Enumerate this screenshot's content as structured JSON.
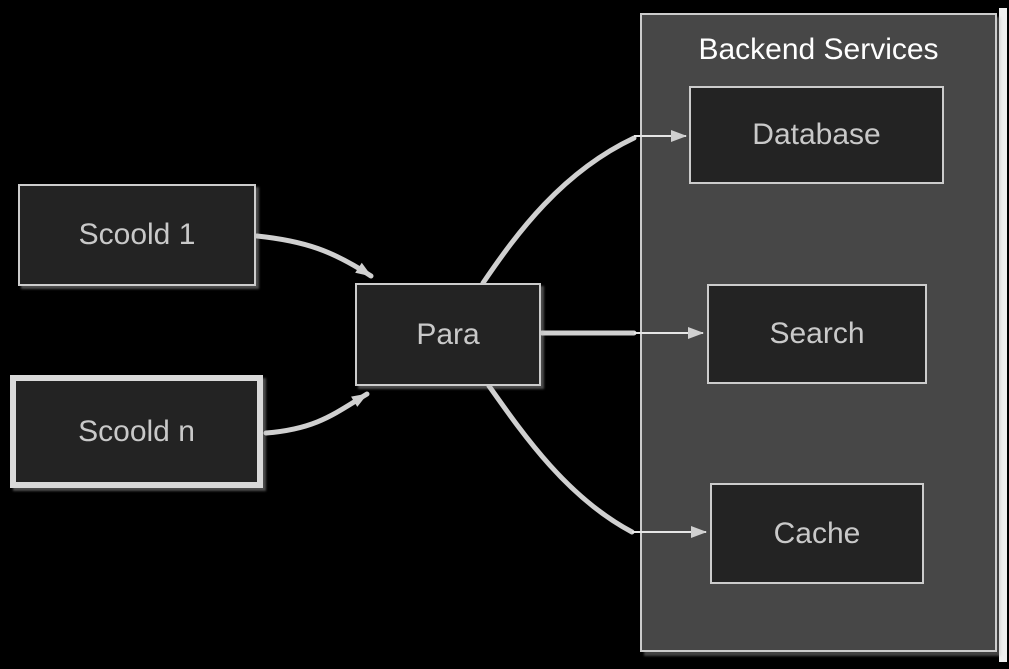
{
  "diagram": {
    "type": "architecture-diagram",
    "group": {
      "title": "Backend Services"
    },
    "nodes": [
      {
        "id": "scoold-1",
        "label": "Scoold 1"
      },
      {
        "id": "scoold-n",
        "label": "Scoold n"
      },
      {
        "id": "para",
        "label": "Para"
      },
      {
        "id": "database",
        "label": "Database"
      },
      {
        "id": "search",
        "label": "Search"
      },
      {
        "id": "cache",
        "label": "Cache"
      }
    ],
    "edges": [
      {
        "from": "scoold-1",
        "to": "para"
      },
      {
        "from": "scoold-n",
        "to": "para"
      },
      {
        "from": "para",
        "to": "database"
      },
      {
        "from": "para",
        "to": "search"
      },
      {
        "from": "para",
        "to": "cache"
      }
    ],
    "colors": {
      "background": "#000000",
      "group_fill": "#474747",
      "node_fill": "#232323",
      "border": "#cccccc",
      "edge": "#d0d0d0",
      "node_text": "#c9c9c9",
      "title_text": "#ffffff"
    }
  }
}
